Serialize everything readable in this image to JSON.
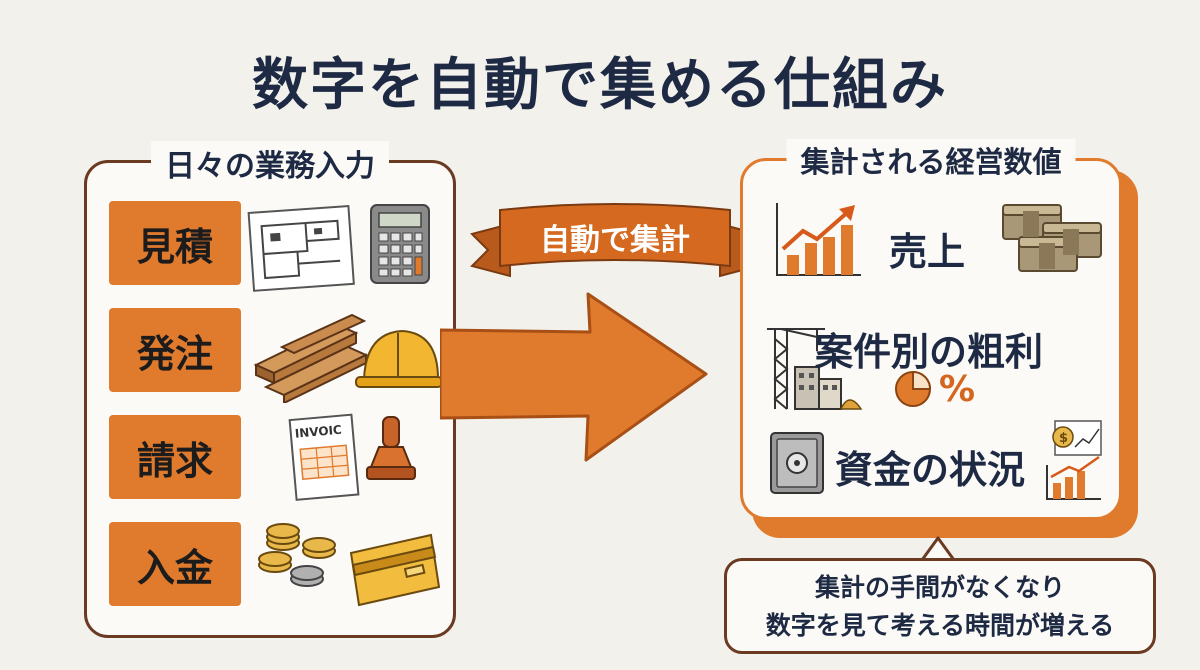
{
  "title": "数字を自動で集める仕組み",
  "left_panel": {
    "label": "日々の業務入力",
    "items": [
      {
        "label": "見積",
        "icon": "blueprint-calculator-icon"
      },
      {
        "label": "発注",
        "icon": "lumber-hardhat-icon"
      },
      {
        "label": "請求",
        "icon": "invoice-stamp-icon"
      },
      {
        "label": "入金",
        "icon": "coins-card-icon"
      }
    ],
    "invoice_text": "INVOIC"
  },
  "arrow_banner": "自動で集計",
  "right_panel": {
    "label": "集計される経営数値",
    "metrics": [
      {
        "label": "売上",
        "icons": [
          "growth-chart-icon",
          "money-stack-icon"
        ]
      },
      {
        "label": "案件別の粗利",
        "icons": [
          "crane-building-icon",
          "pie-percent-icon"
        ]
      },
      {
        "label": "資金の状況",
        "icons": [
          "safe-icon",
          "finance-chart-icon"
        ]
      }
    ],
    "percent_symbol": "%"
  },
  "callout": {
    "line1": "集計の手間がなくなり",
    "line2": "数字を見て考える時間が増える"
  },
  "colors": {
    "accent": "#e07a2c",
    "outline": "#6b3a22",
    "navy": "#1e2a44",
    "background": "#f3f1ec"
  }
}
